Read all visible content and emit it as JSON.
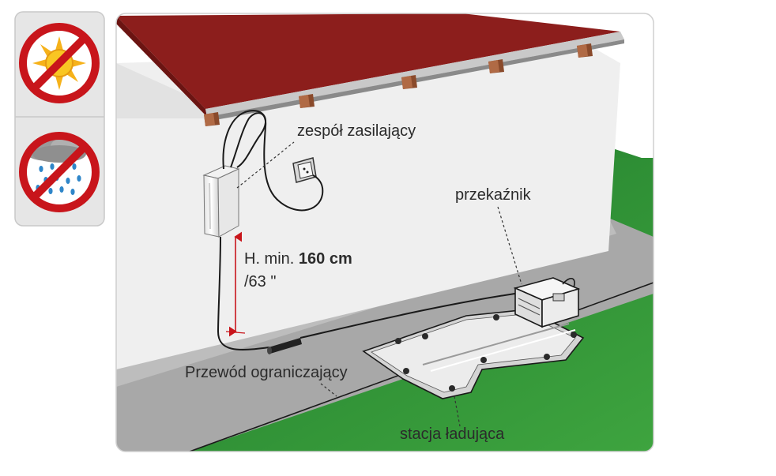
{
  "labels": {
    "power_unit": "zespół zasilający",
    "relay": "przekaźnik",
    "height_line1_prefix": "H. min. ",
    "height_line1_value": "160 cm",
    "height_line2": "/63 \"",
    "boundary_wire": "Przewód ograniczający",
    "charging_station": "stacja ładująca"
  },
  "icons": [
    {
      "name": "no-sun-icon",
      "meaning": "no direct sunlight"
    },
    {
      "name": "no-rain-icon",
      "meaning": "no rain"
    }
  ],
  "colors": {
    "roof": "#8c1e1c",
    "wall": "#efefef",
    "lawn": "#2f8d36",
    "path": "#a5a5a5",
    "prohibition": "#c8151b",
    "height_marker": "#c8151b"
  }
}
